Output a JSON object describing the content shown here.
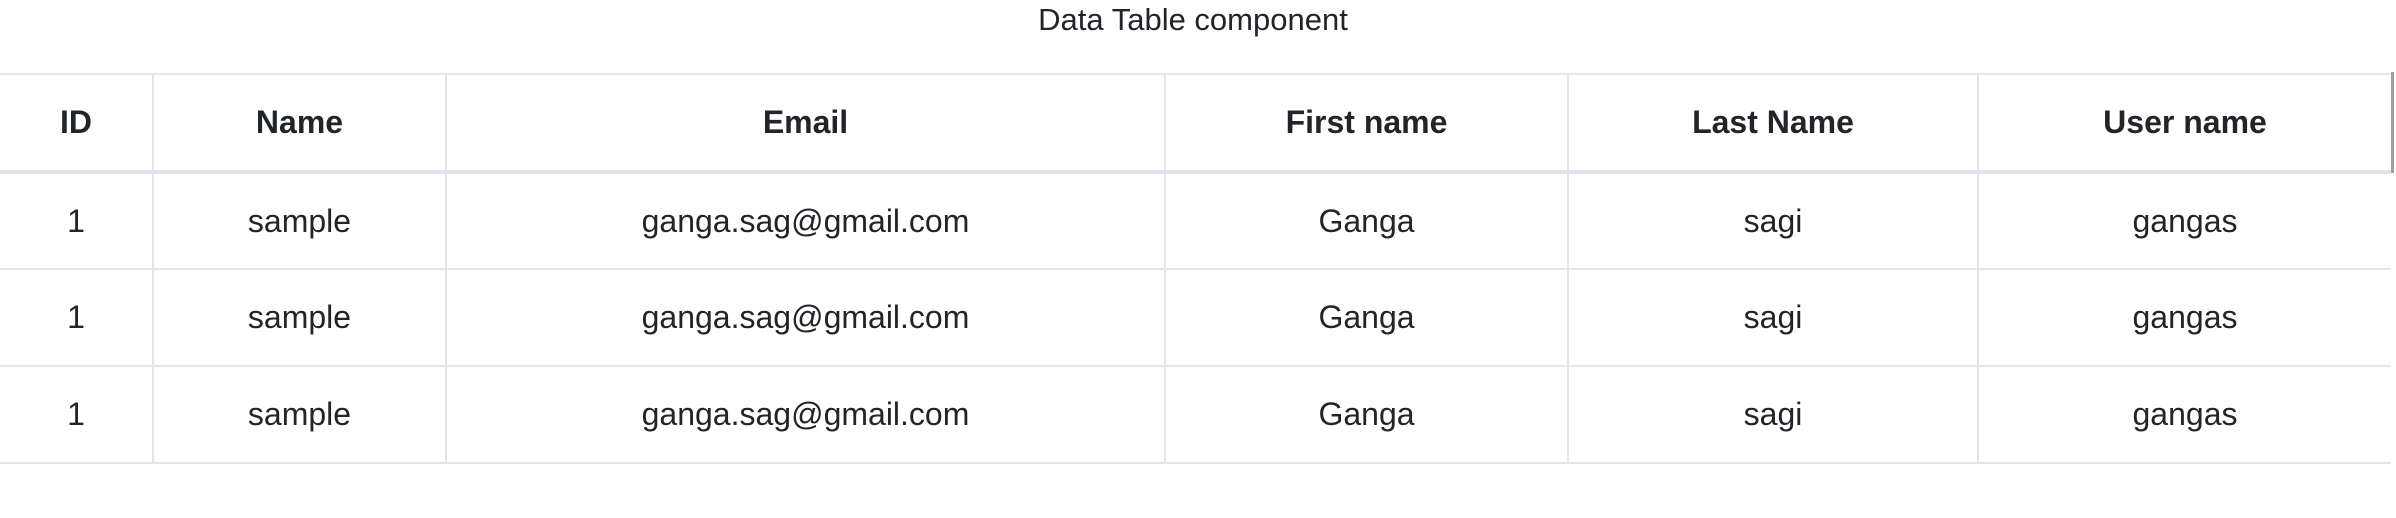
{
  "page": {
    "title": "Data Table component"
  },
  "table": {
    "columns": [
      "ID",
      "Name",
      "Email",
      "First name",
      "Last Name",
      "User name"
    ],
    "rows": [
      [
        "1",
        "sample",
        "ganga.sag@gmail.com",
        "Ganga",
        "sagi",
        "gangas"
      ],
      [
        "1",
        "sample",
        "ganga.sag@gmail.com",
        "Ganga",
        "sagi",
        "gangas"
      ],
      [
        "1",
        "sample",
        "ganga.sag@gmail.com",
        "Ganga",
        "sagi",
        "gangas"
      ]
    ]
  },
  "colors": {
    "text": "#212529",
    "border": "#e3e5ee",
    "background": "#ffffff"
  }
}
